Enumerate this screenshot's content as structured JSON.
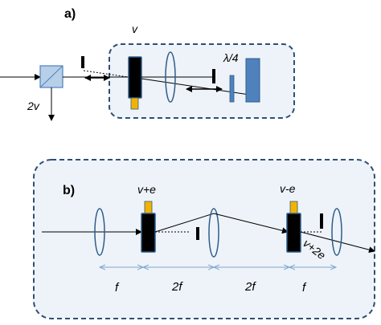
{
  "panel_a": {
    "label": "a)",
    "frequency": "v",
    "doubled_frequency": "2v",
    "quarter_wave": "λ/4"
  },
  "panel_b": {
    "label": "b)",
    "aom1_freq": "v+e",
    "aom2_freq": "v-e",
    "output_freq": "v+2e",
    "distances": [
      "f",
      "2f",
      "2f",
      "f"
    ]
  },
  "colors": {
    "dashed_border": "#2e4f75",
    "box_fill": "#eef3f9",
    "optic_fill": "#4f81bd",
    "optic_stroke": "#2e5d8a",
    "lens_stroke": "#2e5d8a",
    "transducer": "#f2b300",
    "dimension_line": "#7fa6cf"
  }
}
